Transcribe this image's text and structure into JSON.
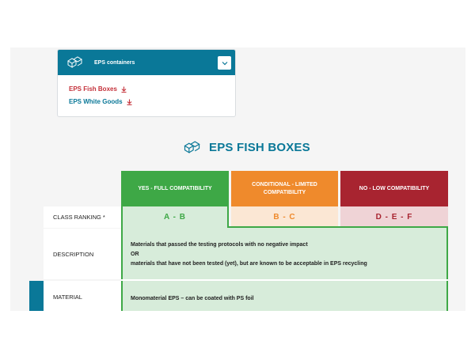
{
  "accordion": {
    "title": "EPS containers",
    "links": [
      {
        "label": "EPS Fish Boxes",
        "color": "#c4313a"
      },
      {
        "label": "EPS White Goods",
        "color": "#0a7898"
      }
    ]
  },
  "section": {
    "title": "EPS FISH BOXES"
  },
  "table": {
    "columns": [
      {
        "label": "YES - FULL COMPATIBILITY",
        "color": "#3ea846",
        "rank": "A - B",
        "rank_bg": "#d7ecda",
        "rank_color": "#3ea846"
      },
      {
        "label": "CONDITIONAL - LIMITED COMPATIBILITY",
        "color": "#ef8a2c",
        "rank": "B - C",
        "rank_bg": "#fbe7d4",
        "rank_color": "#ef8a2c"
      },
      {
        "label": "NO - LOW COMPATIBILITY",
        "color": "#a82430",
        "rank": "D - E - F",
        "rank_bg": "#efd3d6",
        "rank_color": "#a82430"
      }
    ],
    "rows": [
      {
        "label": "CLASS RANKING *"
      },
      {
        "label": "DESCRIPTION",
        "lines": [
          "Materials that passed the testing protocols with no negative impact",
          "OR",
          "materials that have not been tested (yet), but are known to be acceptable in EPS recycling"
        ]
      },
      {
        "label": "MATERIAL",
        "lines": [
          "Monomaterial EPS – can be coated with PS foil"
        ]
      }
    ]
  },
  "icons": {
    "box": "eps-boxes-icon",
    "download": "download-icon",
    "chevron": "chevron-down-icon"
  }
}
